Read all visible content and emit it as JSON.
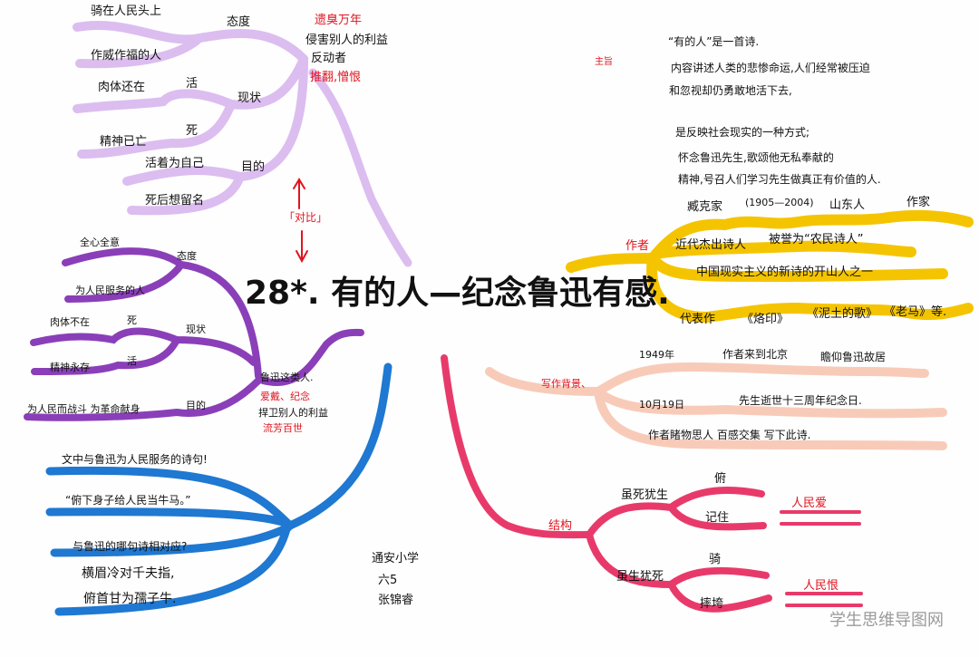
{
  "title": "28*. 有的人—纪念鲁迅有感.",
  "colors": {
    "light_purple": "#d9b8ef",
    "dark_purple": "#8a3fb8",
    "yellow": "#f5c400",
    "peach": "#f8c9b8",
    "blue": "#1f78d1",
    "pink": "#e83a6a",
    "red_text": "#e0141e"
  },
  "negative_branch": {
    "attitude": {
      "label": "态度",
      "items": [
        "骑在人民头上",
        "作威作福的人"
      ]
    },
    "status": {
      "label": "现状",
      "live": "活",
      "live_item": "肉体还在",
      "die": "死",
      "die_item": "精神已亡"
    },
    "purpose": {
      "label": "目的",
      "items": [
        "活着为自己",
        "死后想留名"
      ]
    },
    "notes": [
      "遗臭万年",
      "侵害别人的利益",
      "反动者",
      "推翻,憎恨"
    ]
  },
  "contrast_label": "「对比」",
  "positive_branch": {
    "attitude": {
      "label": "态度",
      "items": [
        "全心全意",
        "为人民服务的人"
      ]
    },
    "status": {
      "label": "现状",
      "die": "死",
      "die_item": "肉体不在",
      "live": "活",
      "live_item": "精神永存"
    },
    "purpose": {
      "label": "目的",
      "item": "为人民而战斗 为革命献身"
    },
    "notes": [
      "鲁迅这类人.",
      "爱戴、纪念",
      "捍卫别人的利益",
      "流芳百世"
    ]
  },
  "theme": {
    "label": "主旨",
    "lines": [
      "“有的人”是一首诗.",
      "内容讲述人类的悲惨命运,人们经常被压迫",
      "和忽视却仍勇敢地活下去,",
      "是反映社会现实的一种方式;",
      "怀念鲁迅先生,歌颂他无私奉献的",
      "精神,号召人们学习先生做真正有价值的人."
    ]
  },
  "author": {
    "label": "作者",
    "name": "臧克家",
    "years": "(1905—2004)",
    "origin": "山东人",
    "job": "作家",
    "poet": "近代杰出诗人",
    "title": "被誉为“农民诗人”",
    "pioneer": "中国现实主义的新诗的开山人之一",
    "works_label": "代表作",
    "works": [
      "《烙印》",
      "《泥土的歌》",
      "《老马》等."
    ]
  },
  "background": {
    "label": "写作背景、",
    "year": "1949年",
    "came": "作者来到北京",
    "visit": "瞻仰鲁迅故居",
    "date": "10月19日",
    "anniv": "先生逝世十三周年纪念日.",
    "wrote": "作者睹物思人 百感交集 写下此诗."
  },
  "poem_lines": [
    "文中与鲁迅为人民服务的诗句!",
    "“俯下身子给人民当牛马。”",
    "与鲁迅的哪句诗相对应?",
    "横眉冷对千夫指,",
    "俯首甘为孺子牛."
  ],
  "signature": [
    "通安小学",
    "六5",
    "张锦睿"
  ],
  "structure": {
    "label": "结构",
    "a": {
      "label": "虽死犹生",
      "items": [
        "俯",
        "记住"
      ],
      "result": "人民爱"
    },
    "b": {
      "label": "虽生犹死",
      "items": [
        "骑",
        "摔垮"
      ],
      "result": "人民恨"
    }
  },
  "watermark": "学生思维导图网"
}
